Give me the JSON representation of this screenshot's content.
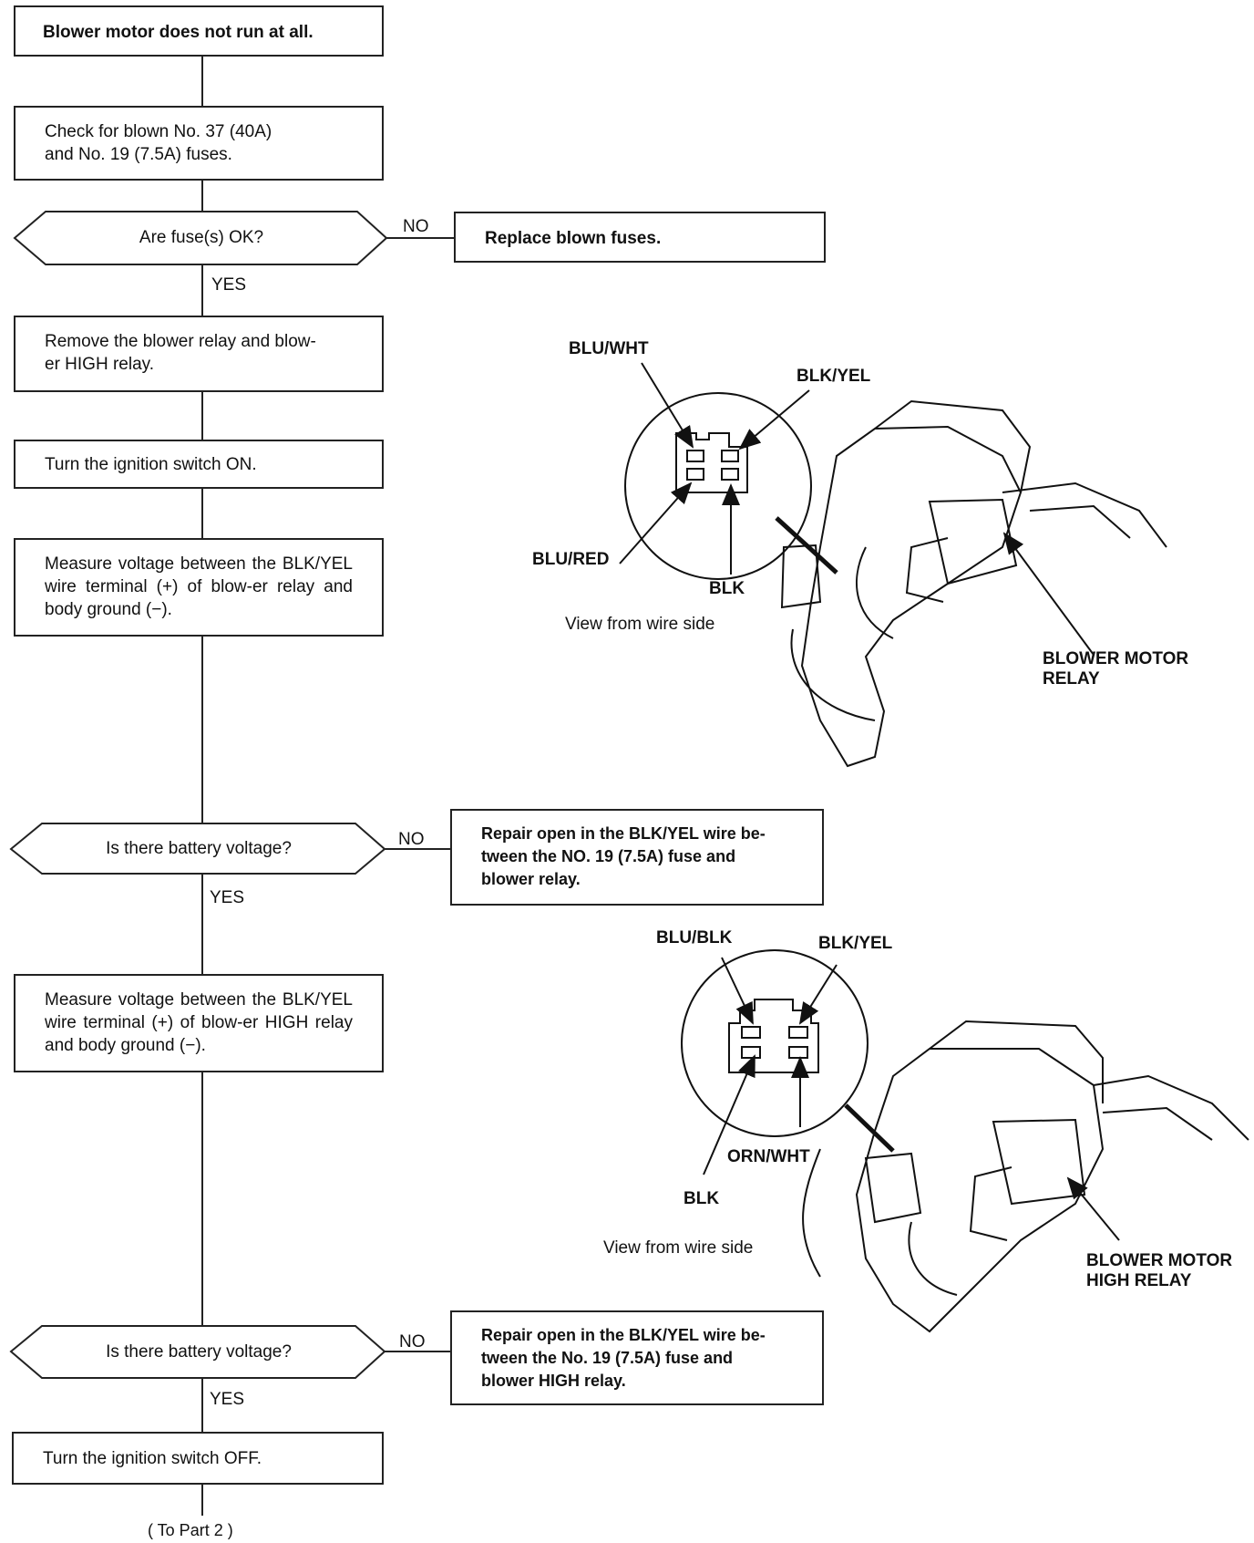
{
  "flowchart": {
    "steps": [
      {
        "text": "Blower motor does not run at all."
      },
      {
        "text": "Check for blown No. 37 (40A)\nand No. 19 (7.5A) fuses."
      },
      {
        "text": "Remove the blower relay and blow-\ner HIGH relay."
      },
      {
        "text": "Turn the ignition switch ON."
      },
      {
        "text": "Measure voltage between the BLK/YEL wire terminal (+) of blow-er relay and body ground (−)."
      },
      {
        "text": "Measure voltage between the BLK/YEL wire terminal (+) of blow-er HIGH relay and body ground (−)."
      },
      {
        "text": "Turn the ignition switch OFF."
      }
    ],
    "decisions": [
      {
        "question": "Are fuse(s) OK?",
        "no_label": "NO",
        "yes_label": "YES"
      },
      {
        "question": "Is there battery voltage?",
        "no_label": "NO",
        "yes_label": "YES"
      },
      {
        "question": "Is there battery voltage?",
        "no_label": "NO",
        "yes_label": "YES"
      }
    ],
    "actions": [
      {
        "text": "Replace blown fuses."
      },
      {
        "text": "Repair open in the BLK/YEL wire be-\ntween the NO. 19 (7.5A) fuse and\nblower relay."
      },
      {
        "text": "Repair open in the BLK/YEL wire be-\ntween the No. 19 (7.5A) fuse and\nblower HIGH relay."
      }
    ],
    "continuation": "( To Part 2 )"
  },
  "illustrations": {
    "relay": {
      "wires": {
        "top_left": "BLU/WHT",
        "top_right": "BLK/YEL",
        "bottom_left": "BLU/RED",
        "bottom_right": "BLK"
      },
      "view_note": "View from wire side",
      "component_label": "BLOWER MOTOR\nRELAY"
    },
    "high_relay": {
      "wires": {
        "top_left": "BLU/BLK",
        "top_right": "BLK/YEL",
        "bottom_left": "BLK",
        "bottom_right": "ORN/WHT"
      },
      "view_note": "View from wire side",
      "component_label": "BLOWER MOTOR\nHIGH RELAY"
    }
  }
}
